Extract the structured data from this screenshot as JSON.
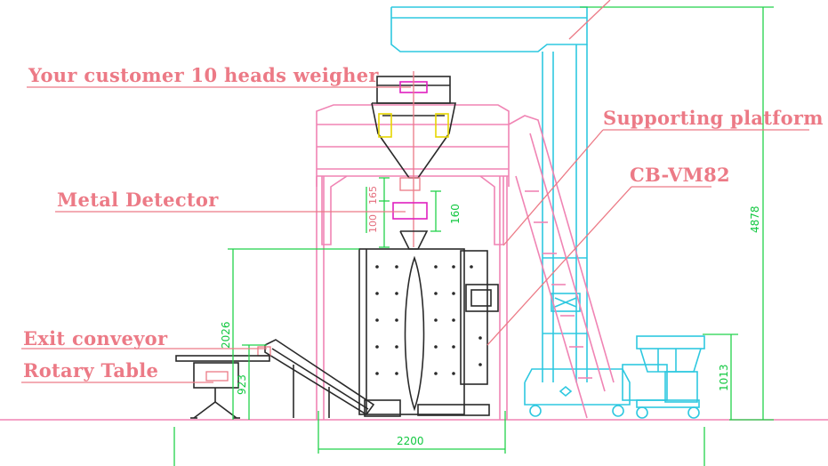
{
  "labels": {
    "weigher": "Your customer 10 heads weigher",
    "platform": "Supporting platform",
    "metal_detector": "Metal Detector",
    "model": "CB-VM82",
    "exit_conveyor": "Exit conveyor",
    "rotary_table": "Rotary Table"
  },
  "dimensions": {
    "total_height": "4878",
    "base_width": "2200",
    "machine_height": "2026",
    "conveyor_height": "923",
    "table_height": "1013",
    "detector_a": "100",
    "detector_b": "165",
    "detector_c": "160"
  },
  "colors": {
    "label": "#ec7a86",
    "frame": "#2ec8e0",
    "platform": "#f084b4",
    "dimension": "#22d24a"
  }
}
